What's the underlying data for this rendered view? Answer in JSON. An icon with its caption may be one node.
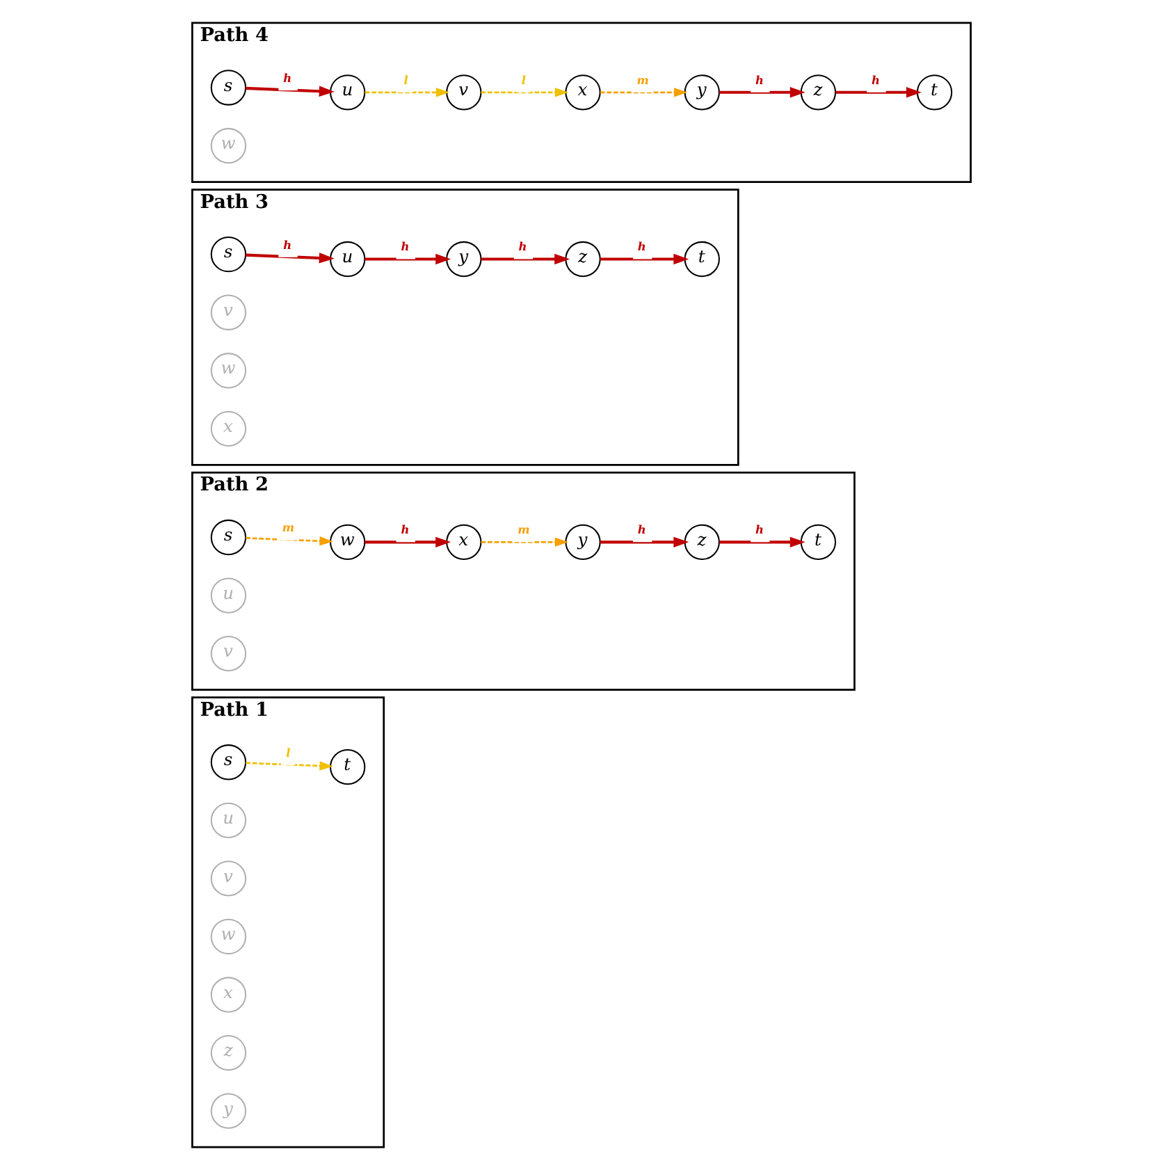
{
  "diagram": {
    "nodes": [
      {
        "text": [
          "Path 1"
        ]
      },
      {
        "text": [
          "s"
        ],
        "in": 0
      },
      {
        "text": [
          "u"
        ],
        "in": 0
      },
      {
        "text": [
          "t"
        ],
        "in": 0
      },
      {
        "text": [
          "v"
        ],
        "in": 0
      },
      {
        "text": [
          "w"
        ],
        "in": 0
      },
      {
        "text": [
          "x"
        ],
        "in": 0
      },
      {
        "text": [
          "z"
        ],
        "in": 0
      },
      {
        "text": [
          "y"
        ],
        "in": 0
      },
      {
        "text": [
          "Path 2"
        ]
      },
      {
        "text": [
          "s"
        ],
        "in": 9
      },
      {
        "text": [
          "u"
        ],
        "in": 9
      },
      {
        "text": [
          "t"
        ],
        "in": 9
      },
      {
        "text": [
          "v"
        ],
        "in": 9
      },
      {
        "text": [
          "w"
        ],
        "in": 9
      },
      {
        "text": [
          "x"
        ],
        "in": 9
      },
      {
        "text": [
          "z"
        ],
        "in": 9
      },
      {
        "text": [
          "y"
        ],
        "in": 9
      },
      {
        "text": [
          "Path 3"
        ]
      },
      {
        "text": [
          "s"
        ],
        "in": 18
      },
      {
        "text": [
          "u"
        ],
        "in": 18
      },
      {
        "text": [
          "t"
        ],
        "in": 18
      },
      {
        "text": [
          "v"
        ],
        "in": 18
      },
      {
        "text": [
          "w"
        ],
        "in": 18
      },
      {
        "text": [
          "x"
        ],
        "in": 18
      },
      {
        "text": [
          "z"
        ],
        "in": 18
      },
      {
        "text": [
          "y"
        ],
        "in": 18
      },
      {
        "text": [
          "Path 4"
        ]
      },
      {
        "text": [
          "s"
        ],
        "in": 27
      },
      {
        "text": [
          "u"
        ],
        "in": 27
      },
      {
        "text": [
          "t"
        ],
        "in": 27
      },
      {
        "text": [
          "v"
        ],
        "in": 27
      },
      {
        "text": [
          "w"
        ],
        "in": 27
      },
      {
        "text": [
          "x"
        ],
        "in": 27
      },
      {
        "text": [
          "z"
        ],
        "in": 27
      },
      {
        "text": [
          "y"
        ],
        "in": 27
      }
    ],
    "edges": [
      {
        "from": 1,
        "to": 3,
        "arrow": "to",
        "label": "l",
        "style": "dashed",
        "color": "#f0c000"
      },
      {
        "from": 10,
        "to": 14,
        "arrow": "to",
        "label": "m",
        "style": "dashed",
        "color": "#f5a000"
      },
      {
        "from": 14,
        "to": 15,
        "arrow": "to",
        "label": "h"
      },
      {
        "from": 15,
        "to": 17,
        "arrow": "to",
        "label": "m",
        "style": "dashed",
        "color": "#f5a000"
      },
      {
        "from": 17,
        "to": 16,
        "arrow": "to",
        "label": "h"
      },
      {
        "from": 16,
        "to": 12,
        "arrow": "to",
        "label": "h"
      },
      {
        "from": 19,
        "to": 20,
        "arrow": "to",
        "label": "h"
      },
      {
        "from": 20,
        "to": 26,
        "arrow": "to",
        "label": "h"
      },
      {
        "from": 26,
        "to": 25,
        "arrow": "to",
        "label": "h"
      },
      {
        "from": 25,
        "to": 21,
        "arrow": "to",
        "label": "h"
      },
      {
        "from": 28,
        "to": 29,
        "arrow": "to",
        "label": "h"
      },
      {
        "from": 29,
        "to": 31,
        "arrow": "to",
        "label": "l",
        "style": "dashed",
        "color": "#f0c000"
      },
      {
        "from": 31,
        "to": 33,
        "arrow": "to",
        "label": "l",
        "style": "dashed",
        "color": "#f0c000"
      },
      {
        "from": 33,
        "to": 35,
        "arrow": "to",
        "label": "m",
        "style": "dashed",
        "color": "#f5a000"
      },
      {
        "from": 35,
        "to": 34,
        "arrow": "to",
        "label": "h"
      },
      {
        "from": 34,
        "to": 30,
        "arrow": "to",
        "label": "h"
      }
    ]
  }
}
